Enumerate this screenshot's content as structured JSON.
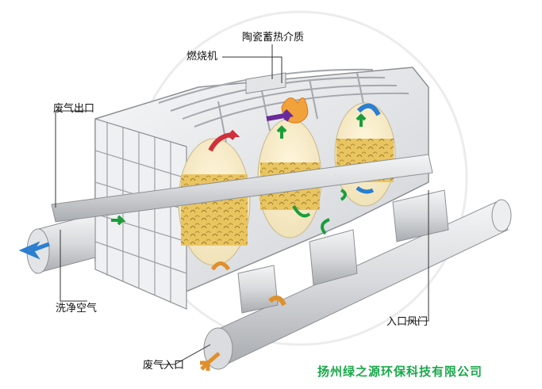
{
  "labels": {
    "ceramic": "陶瓷蓄热介质",
    "burner": "燃烧机",
    "exhaust_out": "废气出口",
    "clean_air": "洗净空气",
    "inlet_damper": "入口风门",
    "exhaust_in": "废气入口"
  },
  "brand": "扬州绿之源环保科技有限公司",
  "colors": {
    "arrow_green": "#1a9e3a",
    "arrow_blue": "#2a7fd0",
    "arrow_red": "#d0303a",
    "arrow_purple": "#6a2a9a",
    "arrow_orange": "#e0902a",
    "media_fill": "#e8c25a",
    "frame": "#e6e8ea",
    "brand_text": "#1aa84a"
  },
  "icons": [
    "flow-arrow-icon",
    "flame-icon"
  ]
}
